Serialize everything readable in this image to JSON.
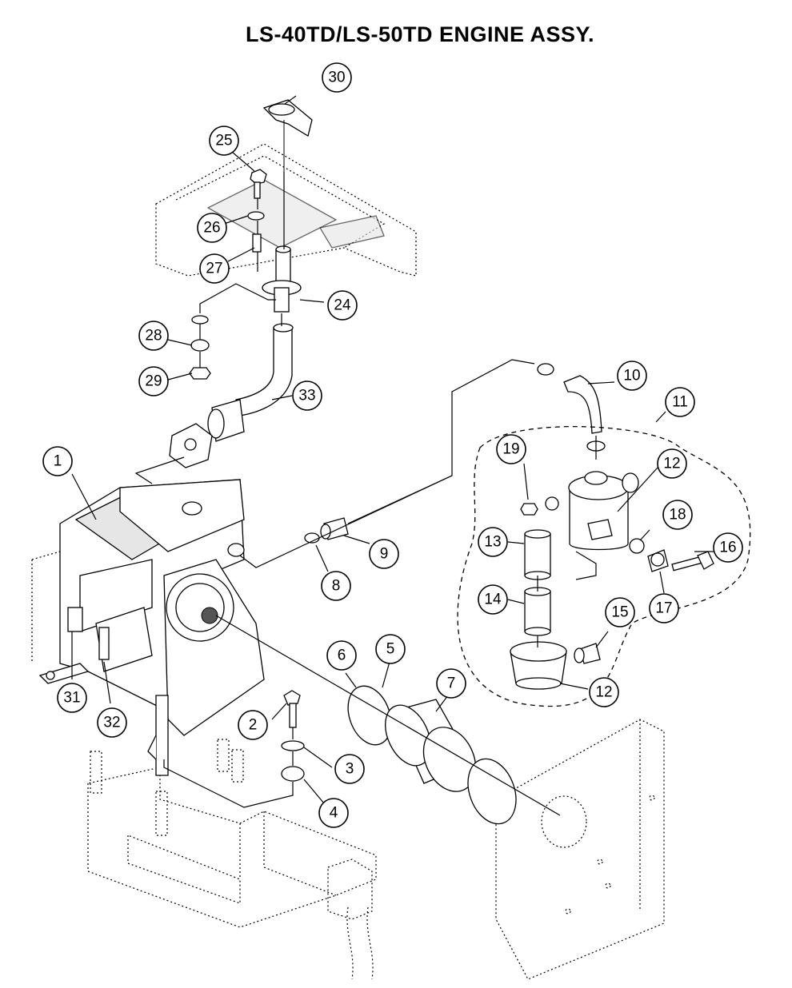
{
  "title": "LS-40TD/LS-50TD ENGINE ASSY.",
  "callouts": [
    "30",
    "25",
    "26",
    "27",
    "24",
    "28",
    "29",
    "33",
    "10",
    "11",
    "19",
    "12",
    "18",
    "16",
    "13",
    "17",
    "14",
    "15",
    "12",
    "1",
    "9",
    "8",
    "6",
    "5",
    "7",
    "31",
    "2",
    "32",
    "3",
    "4"
  ]
}
